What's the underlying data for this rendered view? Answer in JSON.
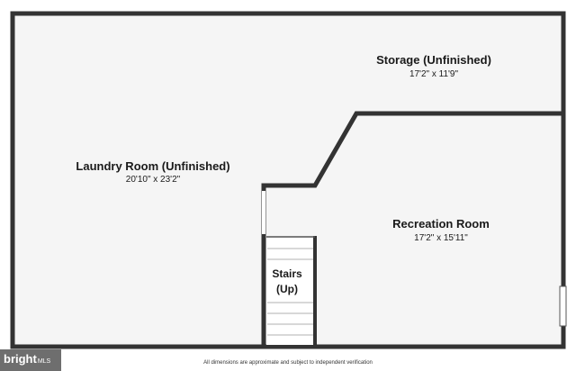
{
  "rooms": {
    "storage": {
      "name": "Storage (Unfinished)",
      "dims": "17'2\" x 11'9\""
    },
    "laundry": {
      "name": "Laundry Room (Unfinished)",
      "dims": "20'10\" x 23'2\""
    },
    "recreation": {
      "name": "Recreation Room",
      "dims": "17'2\" x 15'11\""
    },
    "stairs": {
      "line1": "Stairs",
      "line2": "(Up)"
    }
  },
  "footer": {
    "disclaimer": "All dimensions are approximate and subject to independent verification",
    "logo_main": "bright",
    "logo_sub": "MLS"
  },
  "colors": {
    "wall": "#333333",
    "floor": "#f5f5f5",
    "logo_bg": "#6e6e6e"
  }
}
